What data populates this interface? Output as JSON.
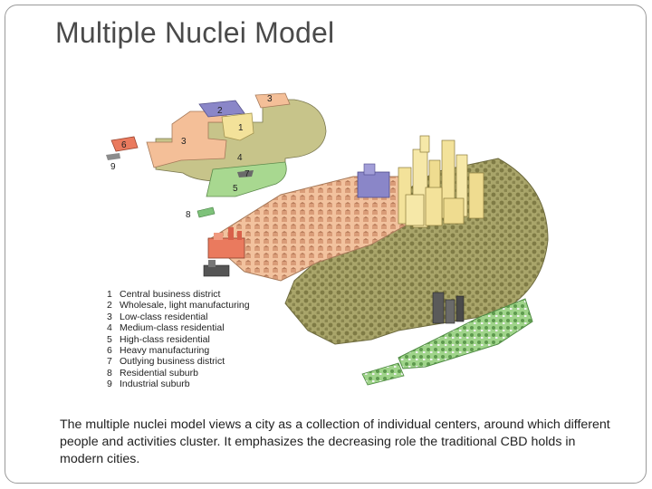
{
  "slide": {
    "title": "Multiple Nuclei Model",
    "caption": "The multiple nuclei model views a city as a collection of individual centers, around which different people and activities cluster.  It emphasizes the decreasing role the traditional  CBD holds in modern cities."
  },
  "diagram": {
    "zone_numbers": [
      "1",
      "2",
      "3",
      "3",
      "4",
      "5",
      "6",
      "7",
      "8",
      "9"
    ],
    "colors": {
      "cbd": "#f3e29a",
      "wholesale": "#8a86c8",
      "low_class": "#f4bf98",
      "medium_class": "#c7c48a",
      "high_class": "#a8d890",
      "heavy_manufacturing": "#ea7a5e",
      "industrial_suburb": "#8c8c8c"
    }
  },
  "legend": [
    {
      "num": "1",
      "label": "Central business district"
    },
    {
      "num": "2",
      "label": "Wholesale, light manufacturing"
    },
    {
      "num": "3",
      "label": "Low-class residential"
    },
    {
      "num": "4",
      "label": "Medium-class residential"
    },
    {
      "num": "5",
      "label": "High-class residential"
    },
    {
      "num": "6",
      "label": "Heavy manufacturing"
    },
    {
      "num": "7",
      "label": "Outlying business district"
    },
    {
      "num": "8",
      "label": "Residential suburb"
    },
    {
      "num": "9",
      "label": "Industrial suburb"
    }
  ]
}
